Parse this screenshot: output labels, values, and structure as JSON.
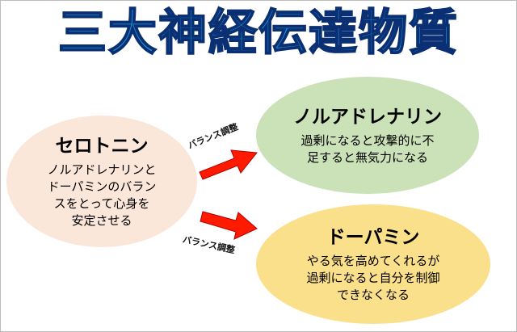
{
  "title": "三大神経伝達物質",
  "nodes": {
    "serotonin": {
      "name": "セロトニン",
      "description": "ノルアドレナリンと\nドーパミンのバラン\nスをとって心身を\n安定させる"
    },
    "noradrenaline": {
      "name": "ノルアドレナリン",
      "description": "過剰になると攻撃的に不\n足すると無気力になる"
    },
    "dopamine": {
      "name": "ドーパミン",
      "description": "やる気を高めてくれるが\n過剰になると自分を制御\nできなくなる"
    }
  },
  "arrows": {
    "to_noradrenaline": {
      "label": "バランス調整",
      "color": "#ff1a00"
    },
    "to_dopamine": {
      "label": "バランス調整",
      "color": "#ff1a00"
    }
  },
  "colors": {
    "title_fill": "#1aa0e0",
    "title_stroke": "#0b2f73",
    "serotonin_bg": "#fbe6da",
    "noradrenaline_bg": "#cbe1b8",
    "dopamine_bg": "#fbe08b"
  }
}
